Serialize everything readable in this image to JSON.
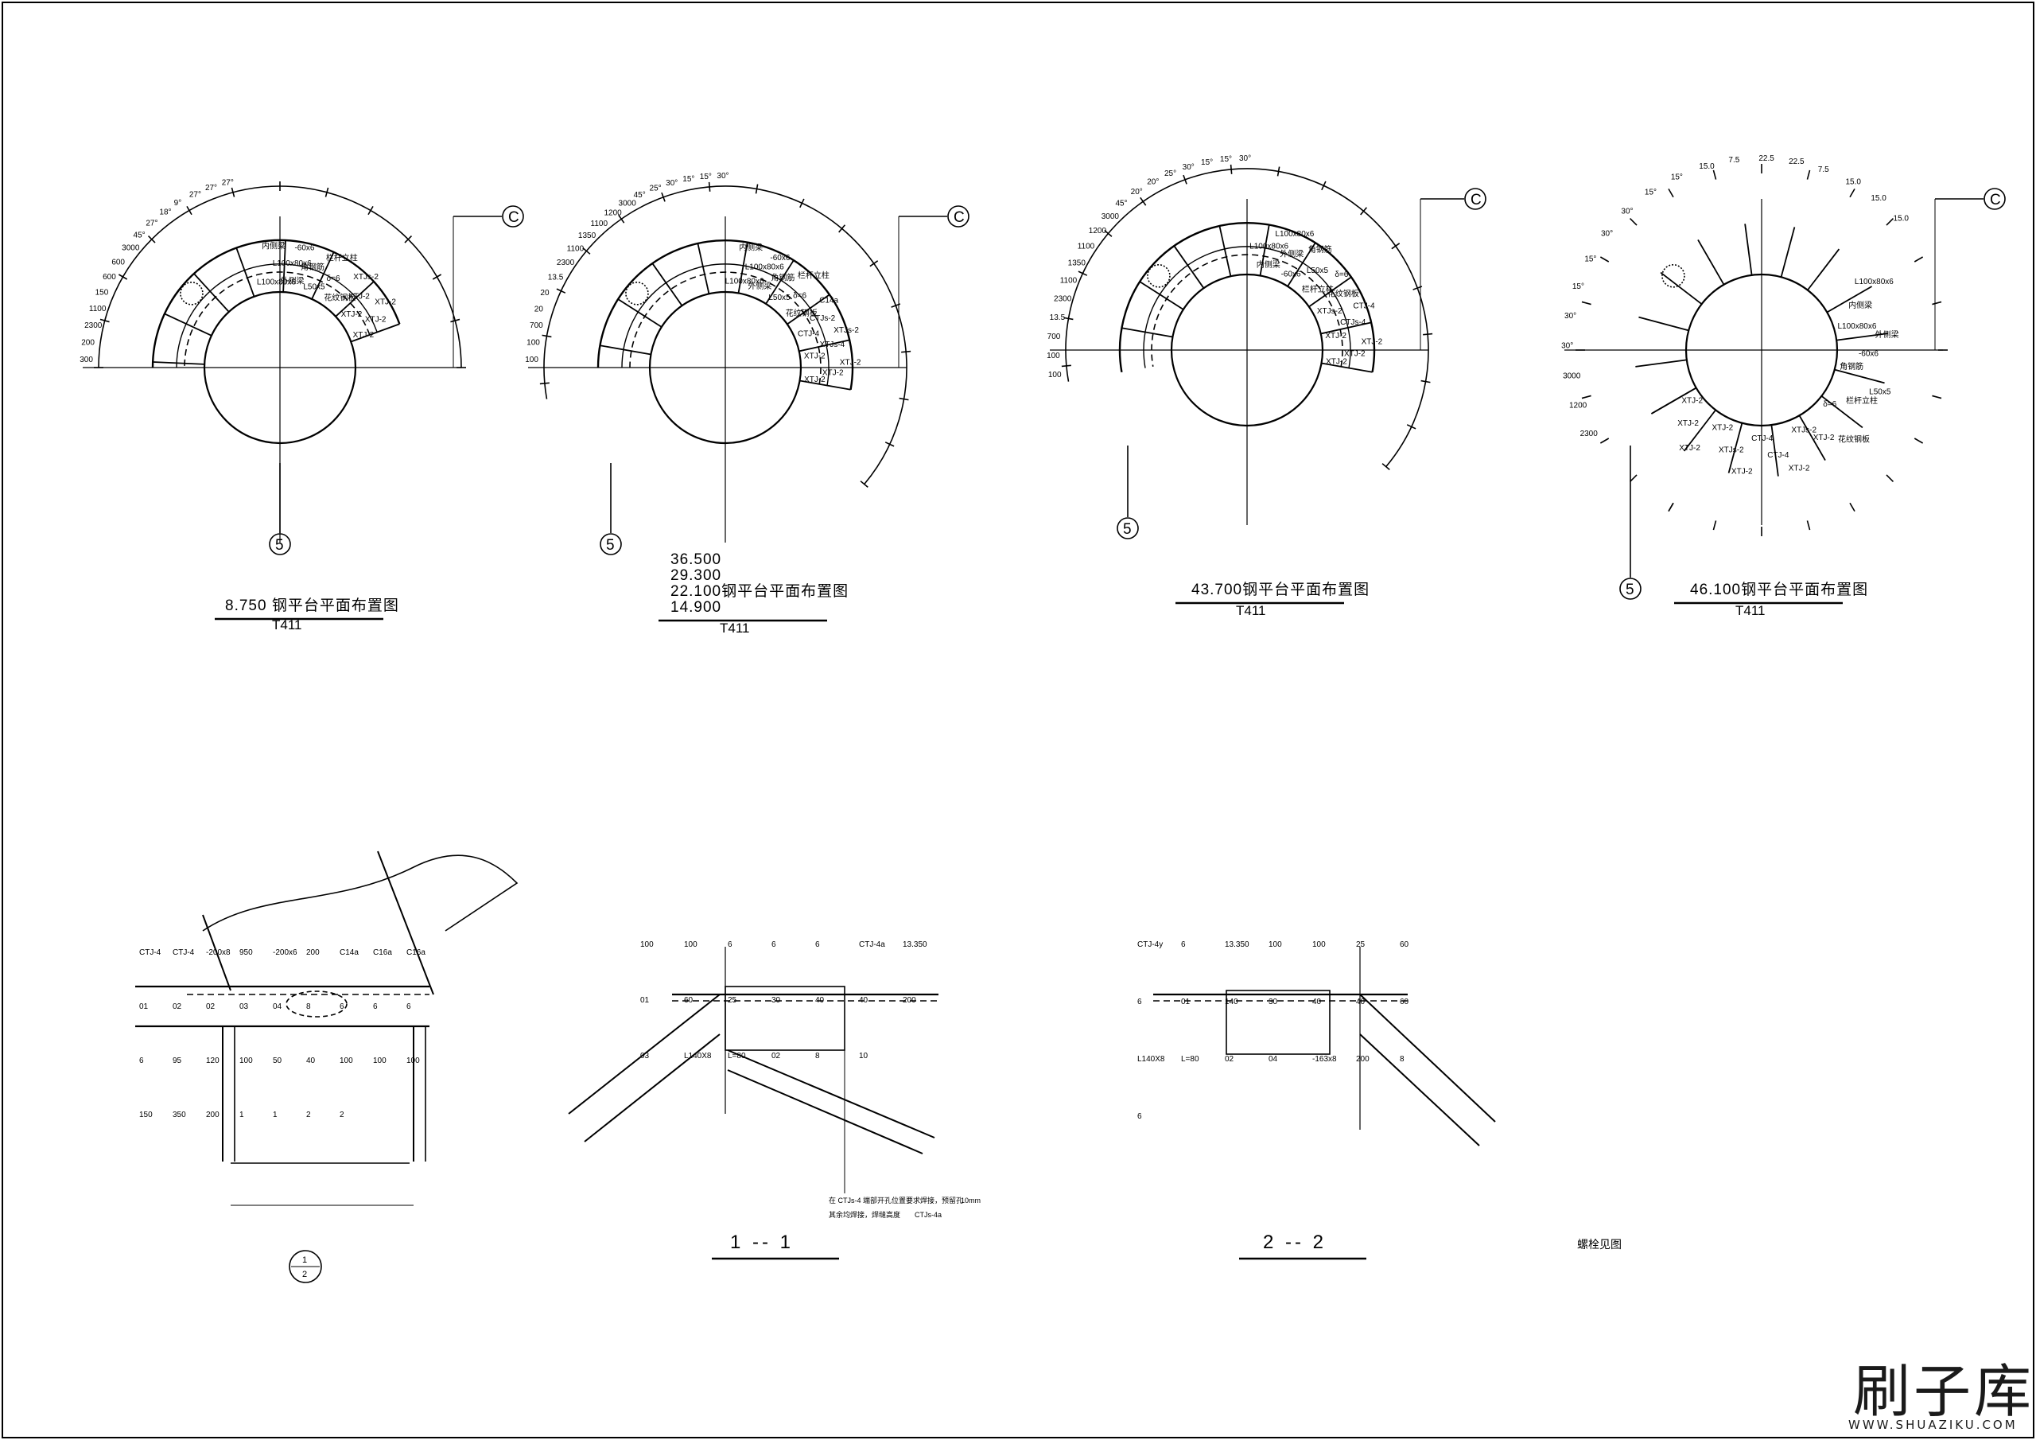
{
  "plans": [
    {
      "elevation": "8.750",
      "title_suffix": "钢平台平面布置图",
      "code": "T411",
      "labels": [
        "XTJ-2",
        "XTJ-2",
        "XTJ-2",
        "XTJ-2",
        "XTJ-2",
        "XTJs-2",
        "花纹钢板",
        "δ=6",
        "栏杆立柱",
        "L50x5",
        "角钢筋",
        "-60x6",
        "外侧梁",
        "L100x80x6",
        "内侧梁",
        "L100x80x6",
        "27°",
        "27°",
        "27°",
        "9°",
        "18°",
        "27°",
        "45°",
        "3000",
        "600",
        "600",
        "150",
        "1100",
        "2300",
        "200",
        "300"
      ]
    },
    {
      "elevation_lines": [
        "36.500",
        "29.300",
        "22.100",
        "14.900"
      ],
      "title_suffix": "钢平台平面布置图",
      "code": "T411",
      "labels": [
        "XTJ-2",
        "XTJ-2",
        "XTJ-2",
        "XTJ-2",
        "XTJs-4",
        "XTJs-2",
        "CTJ-4",
        "CTJs-2",
        "C14a",
        "花纹钢板",
        "δ=6",
        "栏杆立柱",
        "L50x5",
        "角钢筋",
        "-60x6",
        "外侧梁",
        "L100x80x6",
        "内侧梁",
        "L100x80x6",
        "30°",
        "15°",
        "15°",
        "30°",
        "25°",
        "45°",
        "3000",
        "1200",
        "1100",
        "1350",
        "1100",
        "2300",
        "13.5",
        "20",
        "20",
        "700",
        "100",
        "100"
      ]
    },
    {
      "elevation": "43.700",
      "title_suffix": "钢平台平面布置图",
      "code": "T411",
      "labels": [
        "XTJ-2",
        "XTJ-2",
        "XTJ-2",
        "XTJ-2",
        "CTJs-4",
        "CTJ-4",
        "XTJs-2",
        "花纹钢板",
        "δ=6",
        "栏杆立柱",
        "L50x5",
        "角钢筋",
        "-60x6",
        "外侧梁",
        "L100x80x6",
        "内侧梁",
        "L100x80x6",
        "30°",
        "15°",
        "15°",
        "30°",
        "25°",
        "20°",
        "20°",
        "45°",
        "3000",
        "1200",
        "1100",
        "1350",
        "1100",
        "2300",
        "13.5",
        "700",
        "100",
        "100"
      ]
    },
    {
      "elevation": "46.100",
      "title_suffix": "钢平台平面布置图",
      "code": "T411",
      "labels": [
        "XTJ-2",
        "XTJ-2",
        "XTJ-2",
        "XTJ-2",
        "XTJs-2",
        "XTJ-2",
        "CTJ-4",
        "CTJ-4",
        "XTJ-2",
        "XTJs-2",
        "XTJ-2",
        "花纹钢板",
        "δ=6",
        "栏杆立柱",
        "L50x5",
        "角钢筋",
        "-60x6",
        "外侧梁",
        "L100x80x6",
        "内侧梁",
        "L100x80x6",
        "15.0",
        "15.0",
        "15.0",
        "7.5",
        "22.5",
        "22.5",
        "7.5",
        "15.0",
        "15°",
        "15°",
        "30°",
        "30°",
        "15°",
        "15°",
        "30°",
        "30°",
        "3000",
        "1200",
        "2300"
      ]
    }
  ],
  "axis_bubbles": {
    "c": "C",
    "five": "5"
  },
  "details": {
    "joint": {
      "labels": [
        "CTJ-4",
        "CTJ-4",
        "-200x8",
        "950",
        "-200x6",
        "200",
        "C14a",
        "C16a",
        "C16a",
        "01",
        "02",
        "02",
        "03",
        "04",
        "8",
        "6",
        "6",
        "6",
        "6",
        "95",
        "120",
        "100",
        "50",
        "40",
        "100",
        "100",
        "100",
        "150",
        "350",
        "200",
        "1",
        "1",
        "2",
        "2"
      ],
      "ref_num": "1",
      "ref_den": "2"
    },
    "section1": {
      "title": "1 -- 1",
      "labels": [
        "100",
        "100",
        "6",
        "6",
        "6",
        "CTJ-4a",
        "13.350",
        "01",
        "60",
        "25",
        "30",
        "40",
        "40",
        "200",
        "03",
        "L140X8",
        "L=80",
        "02",
        "8",
        "10"
      ],
      "note_line1": "在 CTJs-4 端部开孔位置要求焊接，预留孔",
      "note_line1_b": "10mm",
      "note_line2": "其余均焊接，焊缝高度",
      "note_line2_b": "CTJs-4a"
    },
    "section2": {
      "title": "2 -- 2",
      "labels": [
        "CTJ-4y",
        "6",
        "13.350",
        "100",
        "100",
        "25",
        "60",
        "6",
        "01",
        "140",
        "30",
        "40",
        "40",
        "60",
        "L140X8",
        "L=80",
        "02",
        "04",
        "-163x8",
        "200",
        "8",
        "6"
      ]
    },
    "note": "螺栓见图"
  },
  "watermark": {
    "han": "刷子库",
    "url": "WWW.SHUAZIKU.COM"
  }
}
